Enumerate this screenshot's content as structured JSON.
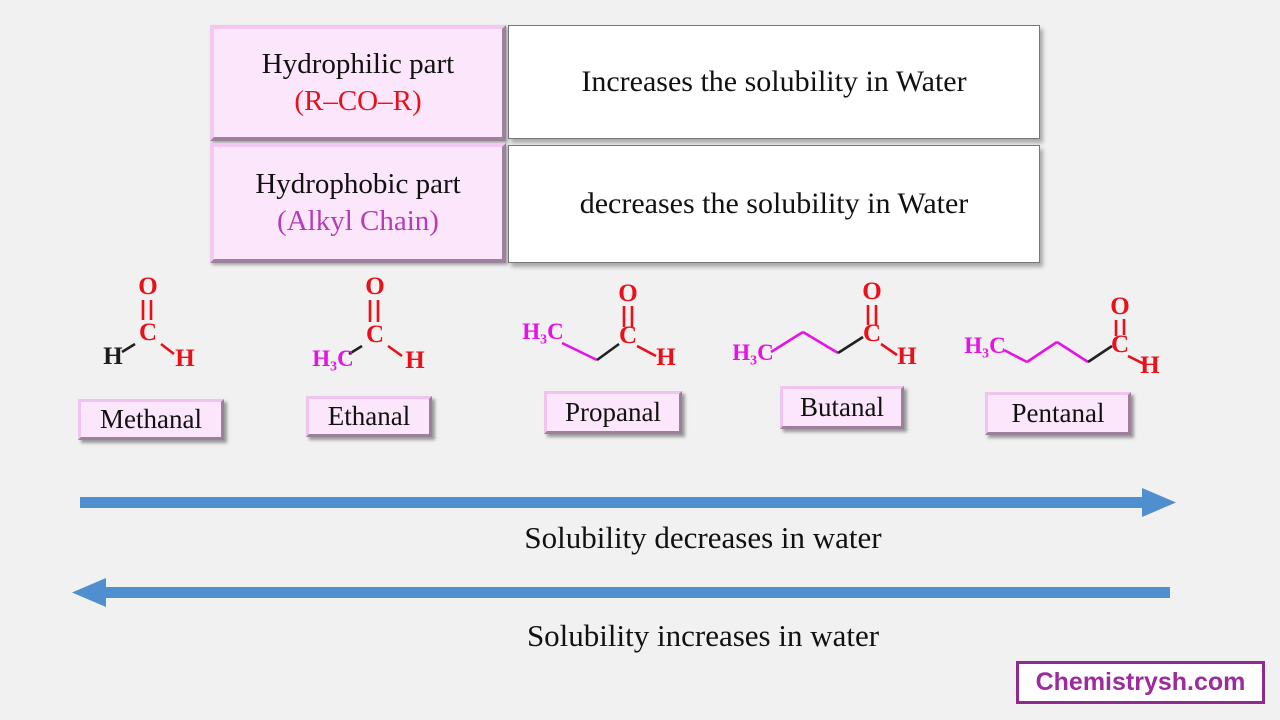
{
  "colors": {
    "background": "#f1f1f1",
    "pink_fill": "#fce6fb",
    "red": "#e8111a",
    "magenta": "#e513e5",
    "purple_sub": "#b43cb4",
    "arrow_blue": "#4f8fd0",
    "badge_purple": "#9c2b9c",
    "text_black": "#111111"
  },
  "table": {
    "rows": [
      {
        "left_title": "Hydrophilic part",
        "left_sub": "(R–CO–R)",
        "right": "Increases the solubility in Water"
      },
      {
        "left_title": "Hydrophobic part",
        "left_sub": "(Alkyl Chain)",
        "right": "decreases the solubility in Water"
      }
    ]
  },
  "molecules": [
    {
      "label": "Methanal",
      "atoms": {
        "chain_end": "H",
        "oxygen": "O",
        "carbon": "C",
        "aldehyde_h": "H"
      }
    },
    {
      "label": "Ethanal",
      "atoms": {
        "chain_end": "H₃C",
        "oxygen": "O",
        "carbon": "C",
        "aldehyde_h": "H"
      }
    },
    {
      "label": "Propanal",
      "atoms": {
        "chain_end": "H₃C",
        "oxygen": "O",
        "carbon": "C",
        "aldehyde_h": "H"
      }
    },
    {
      "label": "Butanal",
      "atoms": {
        "chain_end": "H₃C",
        "oxygen": "O",
        "carbon": "C",
        "aldehyde_h": "H"
      }
    },
    {
      "label": "Pentanal",
      "atoms": {
        "chain_end": "H₃C",
        "oxygen": "O",
        "carbon": "C",
        "aldehyde_h": "H"
      }
    }
  ],
  "flow_arrows": [
    {
      "direction": "right",
      "label": "Solubility decreases in water"
    },
    {
      "direction": "left",
      "label": "Solubility increases in water"
    }
  ],
  "badge": {
    "text": "Chemistrysh.com"
  }
}
